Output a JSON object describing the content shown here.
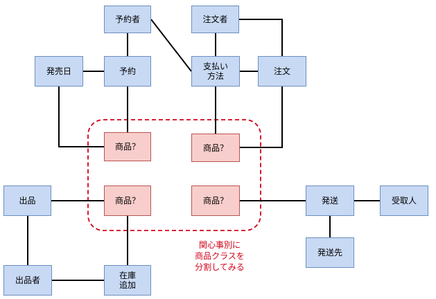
{
  "colors": {
    "entity_fill": "#c8d9f4",
    "entity_border": "#6c8ebf",
    "product_fill": "#f8cecc",
    "product_border": "#b85450",
    "note_text": "#d0021b",
    "group_border": "#d0021b"
  },
  "nodes": {
    "yoyakusha": "予約者",
    "chumonsha": "注文者",
    "hatsubaibi": "発売日",
    "yoyaku": "予約",
    "shiharai": "支払い\n方法",
    "chumon": "注文",
    "shohin_1": "商品？",
    "shohin_2": "商品？",
    "shohin_3": "商品？",
    "shohin_4": "商品？",
    "shuppin": "出品",
    "hasso": "発送",
    "uketorinin": "受取人",
    "hassosaki": "発送先",
    "shuppinsha": "出品者",
    "zaiko": "在庫\n追加"
  },
  "note": {
    "line1": "関心事別に",
    "line2": "商品クラスを",
    "line3": "分割してみる"
  }
}
